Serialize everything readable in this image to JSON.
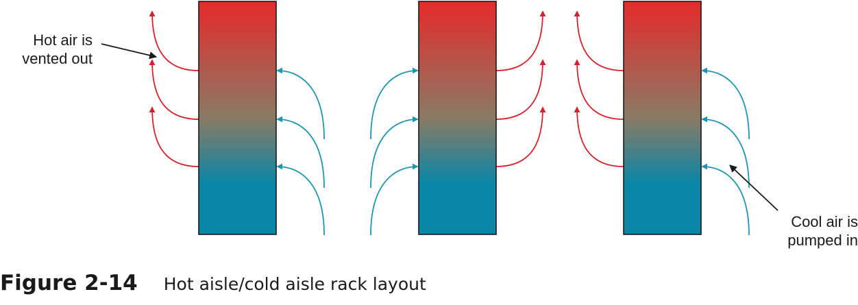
{
  "annotations": {
    "hot_air": [
      "Hot air is",
      "vented out"
    ],
    "cool_air": [
      "Cool air is",
      "pumped in"
    ]
  },
  "caption": {
    "number": "Figure 2-14",
    "text": "Hot aisle/cold aisle rack layout"
  },
  "colors": {
    "hot": "#d8202c",
    "cool": "#1f95b2",
    "rack_top": "#e52a2a",
    "rack_mid": "#8a7a64",
    "rack_bottom": "#0a86a6",
    "outline": "#1a1a1a",
    "pointer": "#1a1a1a"
  },
  "racks": [
    {
      "name": "rack-1",
      "cool_side": "right",
      "hot_side": "left"
    },
    {
      "name": "rack-2",
      "cool_side": "left",
      "hot_side": "right"
    },
    {
      "name": "rack-3",
      "cool_side": "right",
      "hot_side": "left"
    }
  ]
}
